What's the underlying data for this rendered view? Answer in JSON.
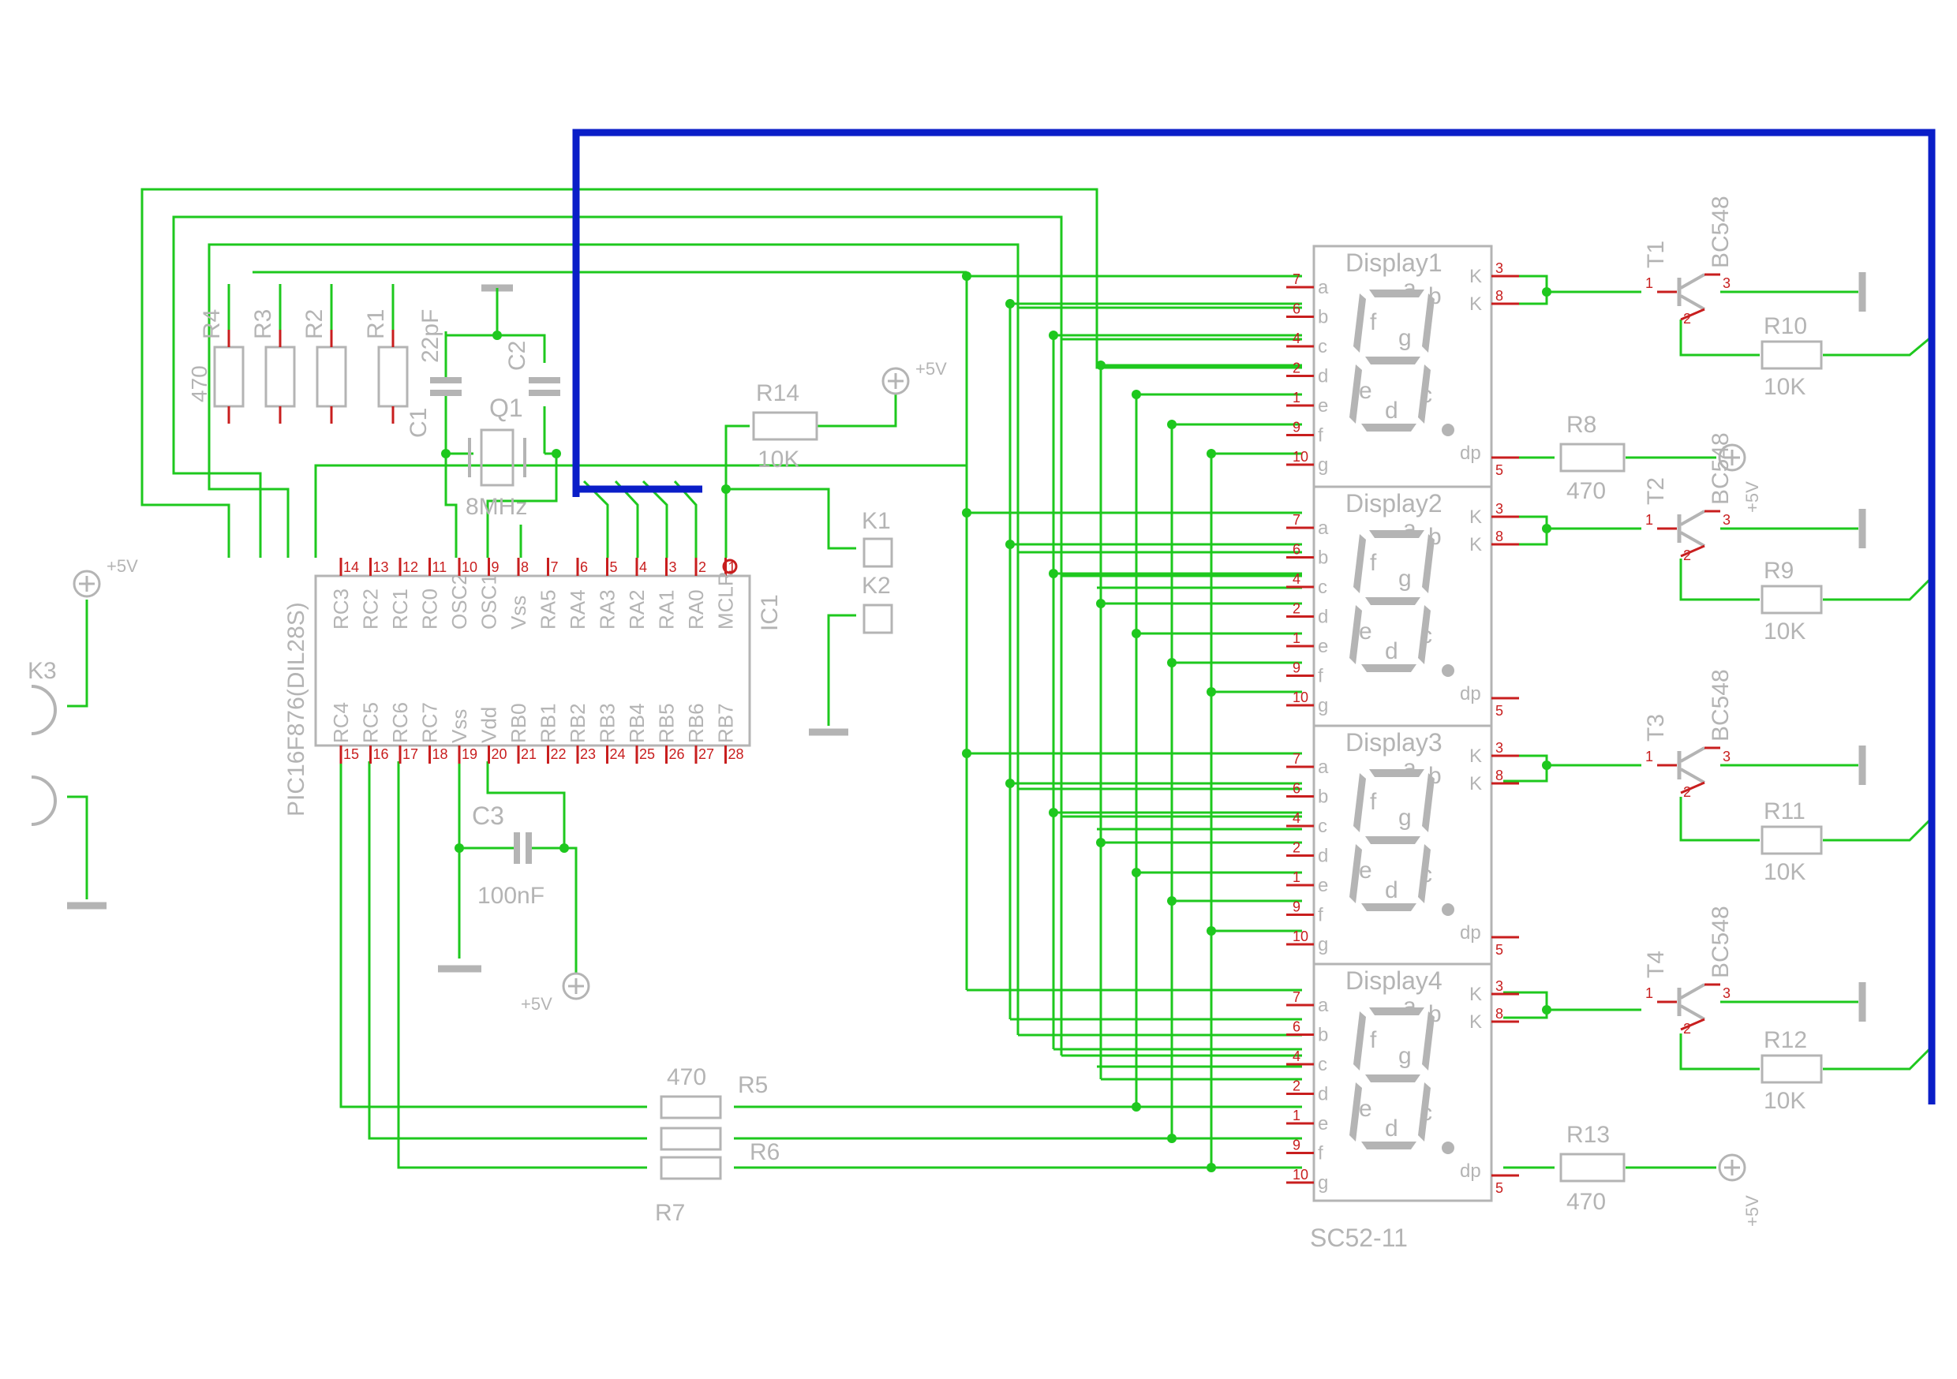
{
  "colors": {
    "wire": "#1ec81e",
    "bus": "#0a1ec8",
    "part": "#b4b4b4",
    "pin": "#c81e1e",
    "background": "#ffffff"
  },
  "ic": {
    "ref": "IC1",
    "value": "PIC16F876(DIL28S)",
    "top_pins": [
      {
        "num": "14",
        "name": "RC3"
      },
      {
        "num": "13",
        "name": "RC2"
      },
      {
        "num": "12",
        "name": "RC1"
      },
      {
        "num": "11",
        "name": "RC0"
      },
      {
        "num": "10",
        "name": "OSC2"
      },
      {
        "num": "9",
        "name": "OSC1"
      },
      {
        "num": "8",
        "name": "Vss"
      },
      {
        "num": "7",
        "name": "RA5"
      },
      {
        "num": "6",
        "name": "RA4"
      },
      {
        "num": "5",
        "name": "RA3"
      },
      {
        "num": "4",
        "name": "RA2"
      },
      {
        "num": "3",
        "name": "RA1"
      },
      {
        "num": "2",
        "name": "RA0"
      },
      {
        "num": "1",
        "name": "MCLR"
      }
    ],
    "bottom_pins": [
      {
        "num": "15",
        "name": "RC4"
      },
      {
        "num": "16",
        "name": "RC5"
      },
      {
        "num": "17",
        "name": "RC6"
      },
      {
        "num": "18",
        "name": "RC7"
      },
      {
        "num": "19",
        "name": "Vss"
      },
      {
        "num": "20",
        "name": "Vdd"
      },
      {
        "num": "21",
        "name": "RB0"
      },
      {
        "num": "22",
        "name": "RB1"
      },
      {
        "num": "23",
        "name": "RB2"
      },
      {
        "num": "24",
        "name": "RB3"
      },
      {
        "num": "25",
        "name": "RB4"
      },
      {
        "num": "26",
        "name": "RB5"
      },
      {
        "num": "27",
        "name": "RB6"
      },
      {
        "num": "28",
        "name": "RB7"
      }
    ]
  },
  "resistors_left": [
    {
      "ref": "R4",
      "value": "470"
    },
    {
      "ref": "R3",
      "value": ""
    },
    {
      "ref": "R2",
      "value": ""
    },
    {
      "ref": "R1",
      "value": ""
    }
  ],
  "capacitors": {
    "c1": "C1",
    "c1_value": "22pF",
    "c2": "C2",
    "c3": "C3",
    "c3_value": "100nF"
  },
  "crystal": {
    "ref": "Q1",
    "value": "8MHz"
  },
  "r14": {
    "ref": "R14",
    "value": "10K"
  },
  "connectors": {
    "k1": "K1",
    "k2": "K2",
    "k3": "K3"
  },
  "supply": {
    "label": "+5V"
  },
  "pin_labels": {
    "one": "1",
    "two": "2",
    "three": "3"
  },
  "displays": [
    {
      "name": "Display1"
    },
    {
      "name": "Display2"
    },
    {
      "name": "Display3"
    },
    {
      "name": "Display4"
    }
  ],
  "display_part": "SC52-11",
  "display_pins": [
    {
      "num": "7",
      "name": "a"
    },
    {
      "num": "6",
      "name": "b"
    },
    {
      "num": "4",
      "name": "c"
    },
    {
      "num": "2",
      "name": "d"
    },
    {
      "num": "1",
      "name": "e"
    },
    {
      "num": "9",
      "name": "f"
    },
    {
      "num": "10",
      "name": "g"
    }
  ],
  "display_right_pins": {
    "k": "K",
    "k1_num": "3",
    "k2_num": "8",
    "dp": "dp",
    "dp_num": "5"
  },
  "segment_letters": {
    "a": "a",
    "b": "b",
    "c": "c",
    "d": "d",
    "e": "e",
    "f": "f",
    "g": "g"
  },
  "transistors": [
    {
      "ref": "T1",
      "value": "BC548"
    },
    {
      "ref": "T2",
      "value": "BC548"
    },
    {
      "ref": "T3",
      "value": "BC548"
    },
    {
      "ref": "T4",
      "value": "BC548"
    }
  ],
  "base_resistors": [
    {
      "ref": "R10",
      "value": "10K"
    },
    {
      "ref": "R9",
      "value": "10K"
    },
    {
      "ref": "R11",
      "value": "10K"
    },
    {
      "ref": "R12",
      "value": "10K"
    }
  ],
  "dp_resistors": [
    {
      "ref": "R8",
      "value": "470"
    },
    {
      "ref": "R13",
      "value": "470"
    }
  ],
  "segment_resistors": {
    "value": "470",
    "r5": "R5",
    "r6": "R6",
    "r7": "R7"
  }
}
